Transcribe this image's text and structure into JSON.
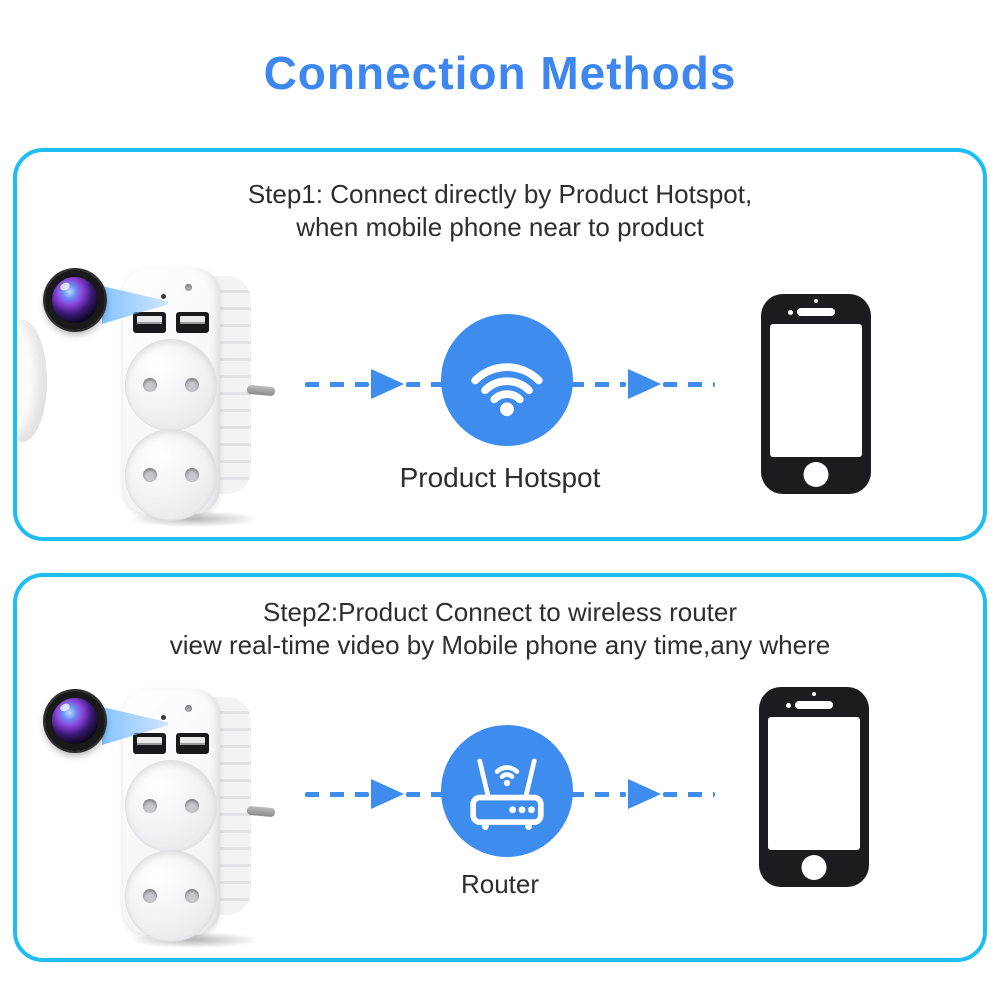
{
  "title": "Connection Methods",
  "colors": {
    "title_blue": "#3e87f0",
    "panel_border_cyan": "#1ebef5",
    "node_circle_blue": "#3e8cee",
    "arrow_blue": "#3e8cee",
    "body_text": "#2e2e2e",
    "phone_black": "#1c1c1e"
  },
  "steps": [
    {
      "heading_line1": "Step1: Connect directly by Product Hotspot,",
      "heading_line2": "when mobile phone near to product",
      "node_label": "Product Hotspot",
      "node_icon": "wifi-icon",
      "source_icon": "power-adapter-hidden-camera",
      "target_icon": "smartphone"
    },
    {
      "heading_line1": "Step2:Product Connect to wireless router",
      "heading_line2": "view real-time video by Mobile phone any time,any where",
      "node_label": "Router",
      "node_icon": "router-icon",
      "source_icon": "power-adapter-hidden-camera",
      "target_icon": "smartphone"
    }
  ]
}
